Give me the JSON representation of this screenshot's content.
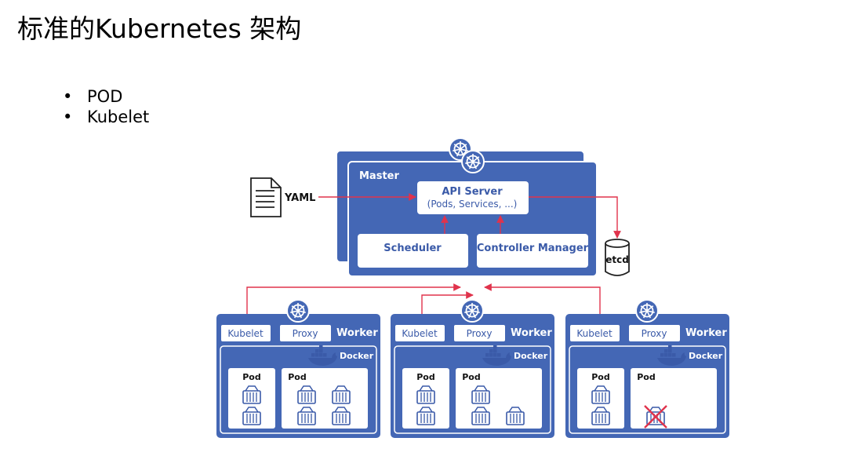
{
  "title": "标准的Kubernetes 架构",
  "bullets": [
    "POD",
    "Kubelet"
  ],
  "colors": {
    "blue": "#4467b5",
    "red": "#e0334c",
    "text_blue": "#3a5aa8",
    "white": "#ffffff"
  },
  "diagram": {
    "yaml_label": "YAML",
    "master": {
      "label": "Master",
      "api_server": "API Server",
      "api_server_sub": "(Pods, Services, ...)",
      "scheduler": "Scheduler",
      "controller_manager": "Controller Manager"
    },
    "etcd": "etcd",
    "workers": [
      {
        "label": "Worker",
        "kubelet": "Kubelet",
        "proxy": "Proxy",
        "docker": "Docker",
        "pods": [
          "Pod",
          "Pod"
        ]
      },
      {
        "label": "Worker",
        "kubelet": "Kubelet",
        "proxy": "Proxy",
        "docker": "Docker",
        "pods": [
          "Pod",
          "Pod"
        ]
      },
      {
        "label": "Worker",
        "kubelet": "Kubelet",
        "proxy": "Proxy",
        "docker": "Docker",
        "pods": [
          "Pod",
          "Pod"
        ]
      }
    ]
  }
}
